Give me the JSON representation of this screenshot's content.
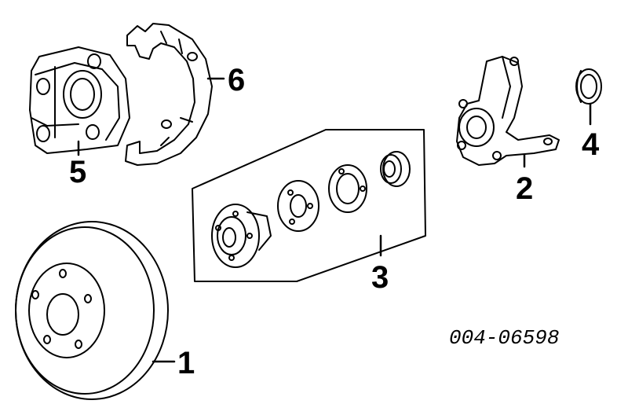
{
  "callouts": {
    "c1": "1",
    "c2": "2",
    "c3": "3",
    "c4": "4",
    "c5": "5",
    "c6": "6"
  },
  "reference_code": "004-06598",
  "colors": {
    "ink": "#000000",
    "paper": "#ffffff"
  }
}
